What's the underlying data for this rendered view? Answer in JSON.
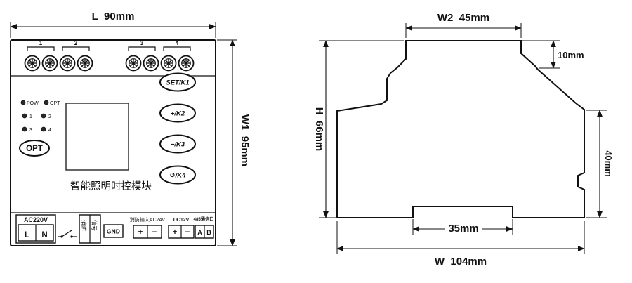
{
  "front_view": {
    "dim_width": "L  90mm",
    "dim_height": "W1  95mm",
    "channels": [
      "1",
      "2",
      "3",
      "4"
    ],
    "leds": {
      "pow": "POW",
      "opt": "OPT",
      "c1": "1",
      "c2": "2",
      "c3": "3",
      "c4": "4"
    },
    "opt_button": "OPT",
    "title": "智能照明时控模块",
    "buttons": {
      "k1": "SET/K1",
      "k2": "+/K2",
      "k3": "−/K3",
      "k4": "↺/K4"
    },
    "terminals": {
      "power": "AC220V",
      "l": "L",
      "n": "N",
      "fire_col1": "消防",
      "fire_col2": "信号",
      "gnd": "GND",
      "fire_ac": "消防输入AC24V",
      "plus": "+",
      "minus": "−",
      "dc": "DC12V",
      "comm": "485通信口",
      "a": "A",
      "b": "B"
    }
  },
  "side_view": {
    "dim_top": "W2  45mm",
    "dim_step": "10mm",
    "dim_height": "H  66mm",
    "dim_right": "40mm",
    "dim_rail": "35mm",
    "dim_total": "W  104mm"
  }
}
